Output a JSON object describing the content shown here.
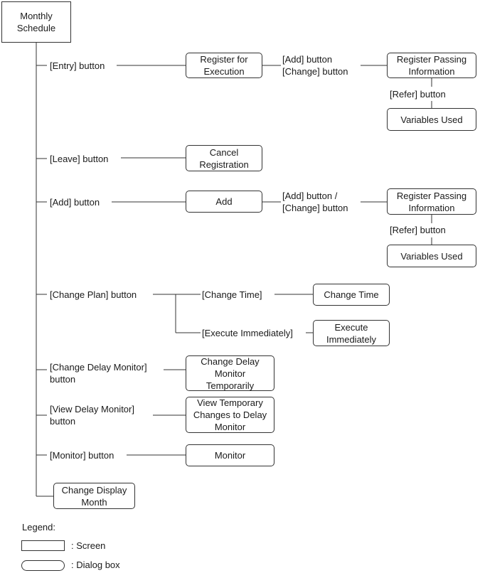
{
  "root": "Monthly Schedule",
  "branches": {
    "entry": {
      "button": "[Entry] button",
      "dialog": "Register for Execution",
      "sub_button": "[Add] button\n[Change] button",
      "sub_dialog": "Register Passing Information",
      "refer_button": "[Refer] button",
      "refer_dialog": "Variables Used"
    },
    "leave": {
      "button": "[Leave] button",
      "dialog": "Cancel Registration"
    },
    "add": {
      "button": "[Add] button",
      "dialog": "Add",
      "sub_button": "[Add] button /\n[Change] button",
      "sub_dialog": "Register Passing Information",
      "refer_button": "[Refer] button",
      "refer_dialog": "Variables Used"
    },
    "change_plan": {
      "button": "[Change Plan] button",
      "opt1_label": "[Change Time]",
      "opt1_dialog": "Change Time",
      "opt2_label": "[Execute Immediately]",
      "opt2_dialog": "Execute Immediately"
    },
    "change_delay": {
      "button": "[Change Delay Monitor]\nbutton",
      "dialog": "Change Delay Monitor Temporarily"
    },
    "view_delay": {
      "button": "[View Delay Monitor]\nbutton",
      "dialog": "View Temporary Changes to Delay Monitor"
    },
    "monitor": {
      "button": "[Monitor] button",
      "dialog": "Monitor"
    },
    "change_month": {
      "screen": "Change Display Month"
    }
  },
  "legend": {
    "title": "Legend:",
    "screen": ": Screen",
    "dialog": ": Dialog box"
  }
}
